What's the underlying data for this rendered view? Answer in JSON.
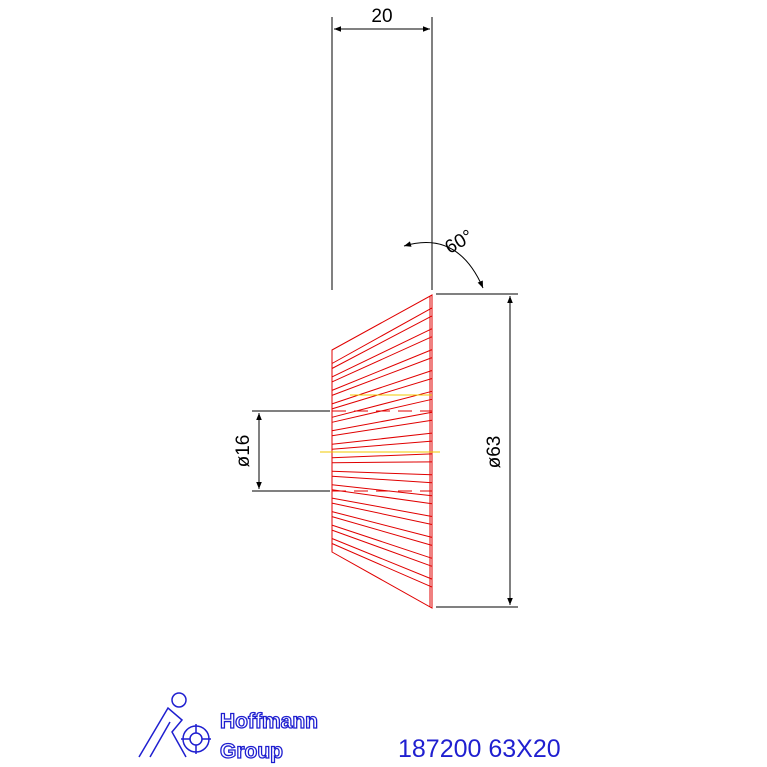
{
  "dimensions": {
    "width": "20",
    "angle": "60°",
    "outer_diameter": "ø63",
    "bore_diameter": "ø16"
  },
  "logo": {
    "line1": "Hoffmann",
    "line2": "Group"
  },
  "part_label": "187200 63X20",
  "colors": {
    "gear": "#e00000",
    "dimension": "#000000",
    "center_line": "#f0c800",
    "logo": "#1f1fd0"
  }
}
